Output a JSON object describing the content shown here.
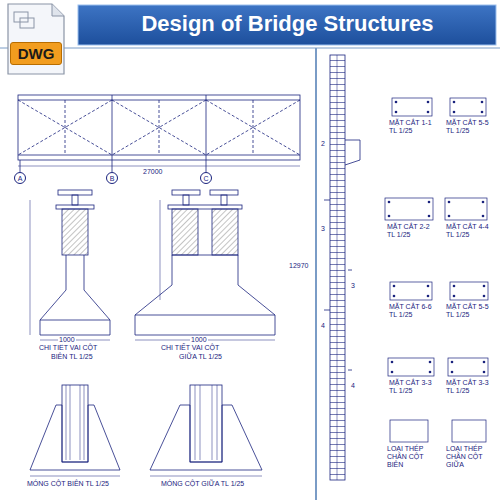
{
  "diagram": {
    "title": "Design of Bridge Structures",
    "nodes": [
      {
        "text": [
          "DWG"
        ]
      },
      {
        "text": [
          "A"
        ]
      },
      {
        "text": [
          "B"
        ]
      },
      {
        "text": [
          "C"
        ]
      }
    ],
    "labels": [
      "27000",
      "CHI TIẾT VAI CỘT",
      "BIÊN TL 1/25",
      "CHI TIẾT VAI CỘT",
      "GIỮA TL 1/25",
      "1000",
      "1000",
      "MÓNG CỘT BIÊN TL 1/25",
      "MÓNG CỘT GIỮA TL 1/25",
      "2",
      "3",
      "3",
      "4",
      "4",
      "12970",
      "MẶT CẮT 1-1 TL 1/25",
      "MẶT CẮT 5-5 TL 1/25",
      "MẶT CẮT 2-2 TL 1/25",
      "MẶT CẮT 4-4 TL 1/25",
      "MẶT CẮT 6-6 TL 1/25",
      "MẶT CẮT 5-5 TL 1/25",
      "MẶT CẮT 3-3 TL 1/25",
      "MẶT CẮT 3-3 TL 1/25",
      "LOẠI THÉP CHÂN CỘT BIÊN",
      "LOẠI THÉP CHÂN CỘT GIỮA"
    ]
  }
}
